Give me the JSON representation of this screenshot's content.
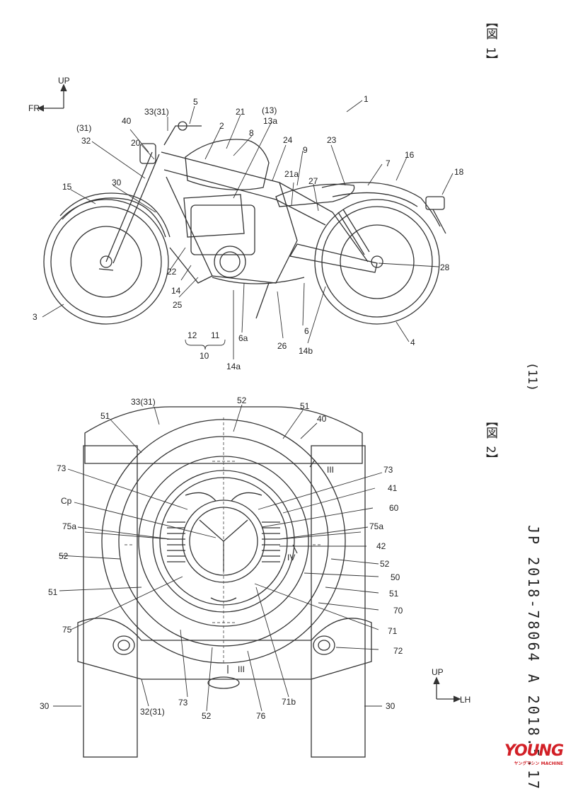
{
  "header": {
    "patent_number": "JP 2018-78064 A 2018.5.17",
    "page_number": "(11)"
  },
  "figure1": {
    "label": "【図 1】",
    "direction": {
      "up": "UP",
      "front": "FR"
    },
    "labels": [
      "1",
      "2",
      "3",
      "4",
      "5",
      "6",
      "6a",
      "7",
      "8",
      "9",
      "10",
      "11",
      "12",
      "13a",
      "(13)",
      "14",
      "14a",
      "14b",
      "15",
      "16",
      "18",
      "20",
      "21",
      "21a",
      "22",
      "23",
      "24",
      "25",
      "26",
      "27",
      "28",
      "30",
      "32",
      "(31)",
      "33(31)",
      "40"
    ]
  },
  "figure2": {
    "label": "【図 2】",
    "direction": {
      "up": "UP",
      "left_hand": "LH"
    },
    "labels": [
      "33(31)",
      "52",
      "51",
      "40",
      "73",
      "III",
      "41",
      "Cp",
      "60",
      "75a",
      "42",
      "IV",
      "50",
      "70",
      "75",
      "71",
      "72",
      "32(31)",
      "76",
      "71b",
      "30"
    ]
  },
  "watermark": {
    "brand": "YOUNG",
    "sub": "ヤングマシン MACHINE"
  }
}
